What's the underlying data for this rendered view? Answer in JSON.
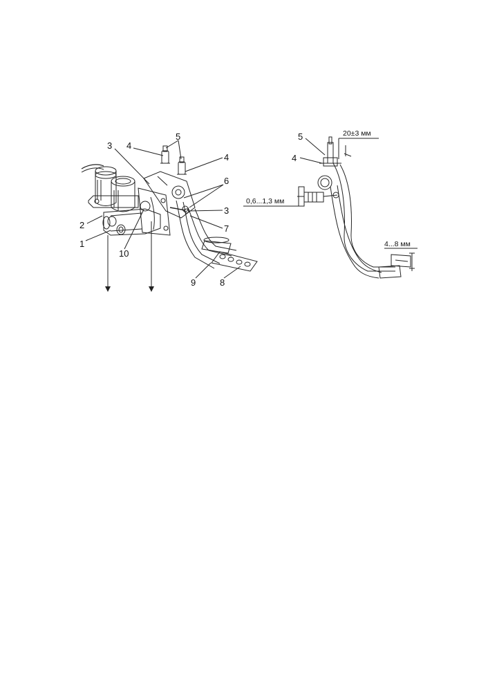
{
  "left_figure": {
    "callouts": {
      "c1": "1",
      "c2": "2",
      "c3a": "3",
      "c3b": "3",
      "c4a": "4",
      "c4b": "4",
      "c5": "5",
      "c6": "6",
      "c7": "7",
      "c8": "8",
      "c9": "9",
      "c10": "10"
    }
  },
  "right_figure": {
    "callouts": {
      "c4": "4",
      "c5": "5"
    },
    "dimensions": {
      "top": "20±3  мм",
      "left": "0,6...1,3  мм",
      "bottom": "4...8 мм"
    }
  }
}
